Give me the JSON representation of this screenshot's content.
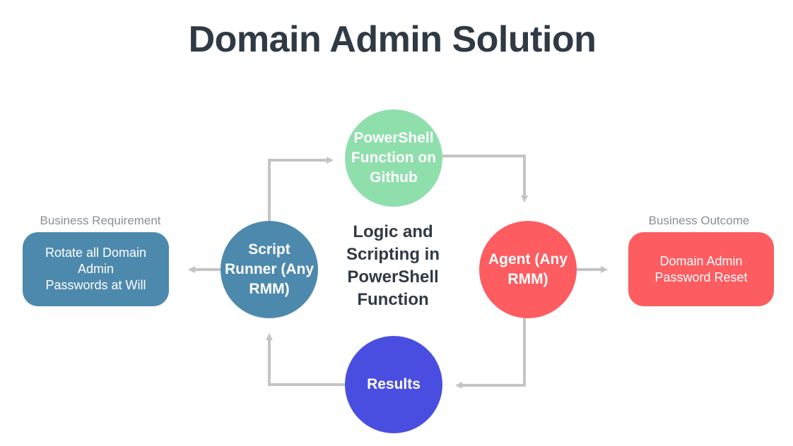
{
  "title": "Domain Admin Solution",
  "nodes": {
    "powershell": {
      "label": "PowerShell\nFunction on\nGithub",
      "color": "#8fdfac"
    },
    "script_runner": {
      "label": "Script\nRunner (Any\nRMM)",
      "color": "#4d89ad"
    },
    "agent": {
      "label": "Agent (Any\nRMM)",
      "color": "#fd5c60"
    },
    "results": {
      "label": "Results",
      "color": "#4a4ee0"
    }
  },
  "center_text": "Logic and\nScripting in\nPowerShell\nFunction",
  "business_requirement": {
    "label": "Business Requirement",
    "text": "Rotate all Domain\nAdmin\nPasswords at Will",
    "color": "#4d89ad"
  },
  "business_outcome": {
    "label": "Business Outcome",
    "text": "Domain Admin\nPassword Reset",
    "color": "#fd5c60"
  },
  "connector_color": "#c4c4c4"
}
